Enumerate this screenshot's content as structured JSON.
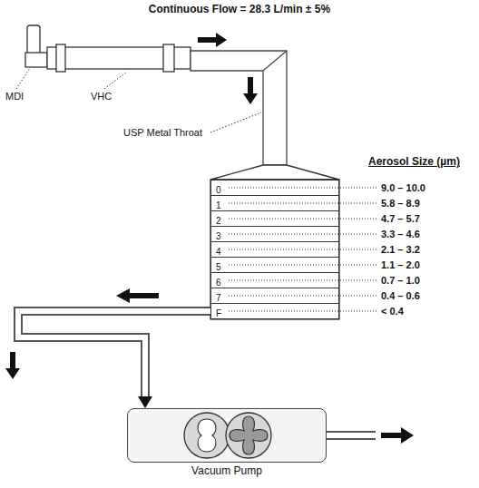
{
  "diagram": {
    "title": "Continuous Flow = 28.3 L/min ± 5%",
    "nodes": [
      {
        "text": [
          "0"
        ]
      },
      {
        "text": [
          "1"
        ]
      },
      {
        "text": [
          "2"
        ]
      },
      {
        "text": [
          "3"
        ]
      },
      {
        "text": [
          "4"
        ]
      },
      {
        "text": [
          "5"
        ]
      },
      {
        "text": [
          "6"
        ]
      },
      {
        "text": [
          "7"
        ]
      },
      {
        "text": [
          "F"
        ]
      },
      {
        "text": [
          "Vacuum Pump"
        ]
      }
    ],
    "edges": [
      {
        "from": 8,
        "to": 9,
        "arrow": "to"
      }
    ],
    "labels": [
      "MDI",
      "VHC",
      "USP Metal Throat",
      "Aerosol Size (µm)",
      "9.0 – 10.0",
      "5.8 – 8.9",
      "4.7 – 5.7",
      "3.3 – 4.6",
      "2.1 – 3.2",
      "1.1 – 2.0",
      "0.7 – 1.0",
      "0.4 – 0.6",
      "< 0.4"
    ]
  }
}
